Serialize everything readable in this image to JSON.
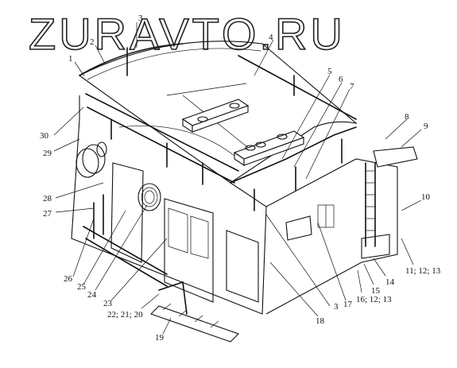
{
  "watermark": "ZURAVTO.RU",
  "callouts": [
    {
      "id": "c1",
      "text": "1"
    },
    {
      "id": "c2",
      "text": "2"
    },
    {
      "id": "c3a",
      "text": "3"
    },
    {
      "id": "c4",
      "text": "4"
    },
    {
      "id": "c5",
      "text": "5"
    },
    {
      "id": "c6",
      "text": "6"
    },
    {
      "id": "c7",
      "text": "7"
    },
    {
      "id": "c8",
      "text": "8"
    },
    {
      "id": "c9",
      "text": "9"
    },
    {
      "id": "c10",
      "text": "10"
    },
    {
      "id": "c11",
      "text": "11; 12; 13"
    },
    {
      "id": "c14",
      "text": "14"
    },
    {
      "id": "c15",
      "text": "15"
    },
    {
      "id": "c16",
      "text": "16; 12; 13"
    },
    {
      "id": "c17",
      "text": "17"
    },
    {
      "id": "c3b",
      "text": "3"
    },
    {
      "id": "c18",
      "text": "18"
    },
    {
      "id": "c19",
      "text": "19"
    },
    {
      "id": "c22",
      "text": "22; 21; 20"
    },
    {
      "id": "c23",
      "text": "23"
    },
    {
      "id": "c24",
      "text": "24"
    },
    {
      "id": "c25",
      "text": "25"
    },
    {
      "id": "c26",
      "text": "26"
    },
    {
      "id": "c27",
      "text": "27"
    },
    {
      "id": "c28",
      "text": "28"
    },
    {
      "id": "c29",
      "text": "29"
    },
    {
      "id": "c30",
      "text": "30"
    }
  ]
}
